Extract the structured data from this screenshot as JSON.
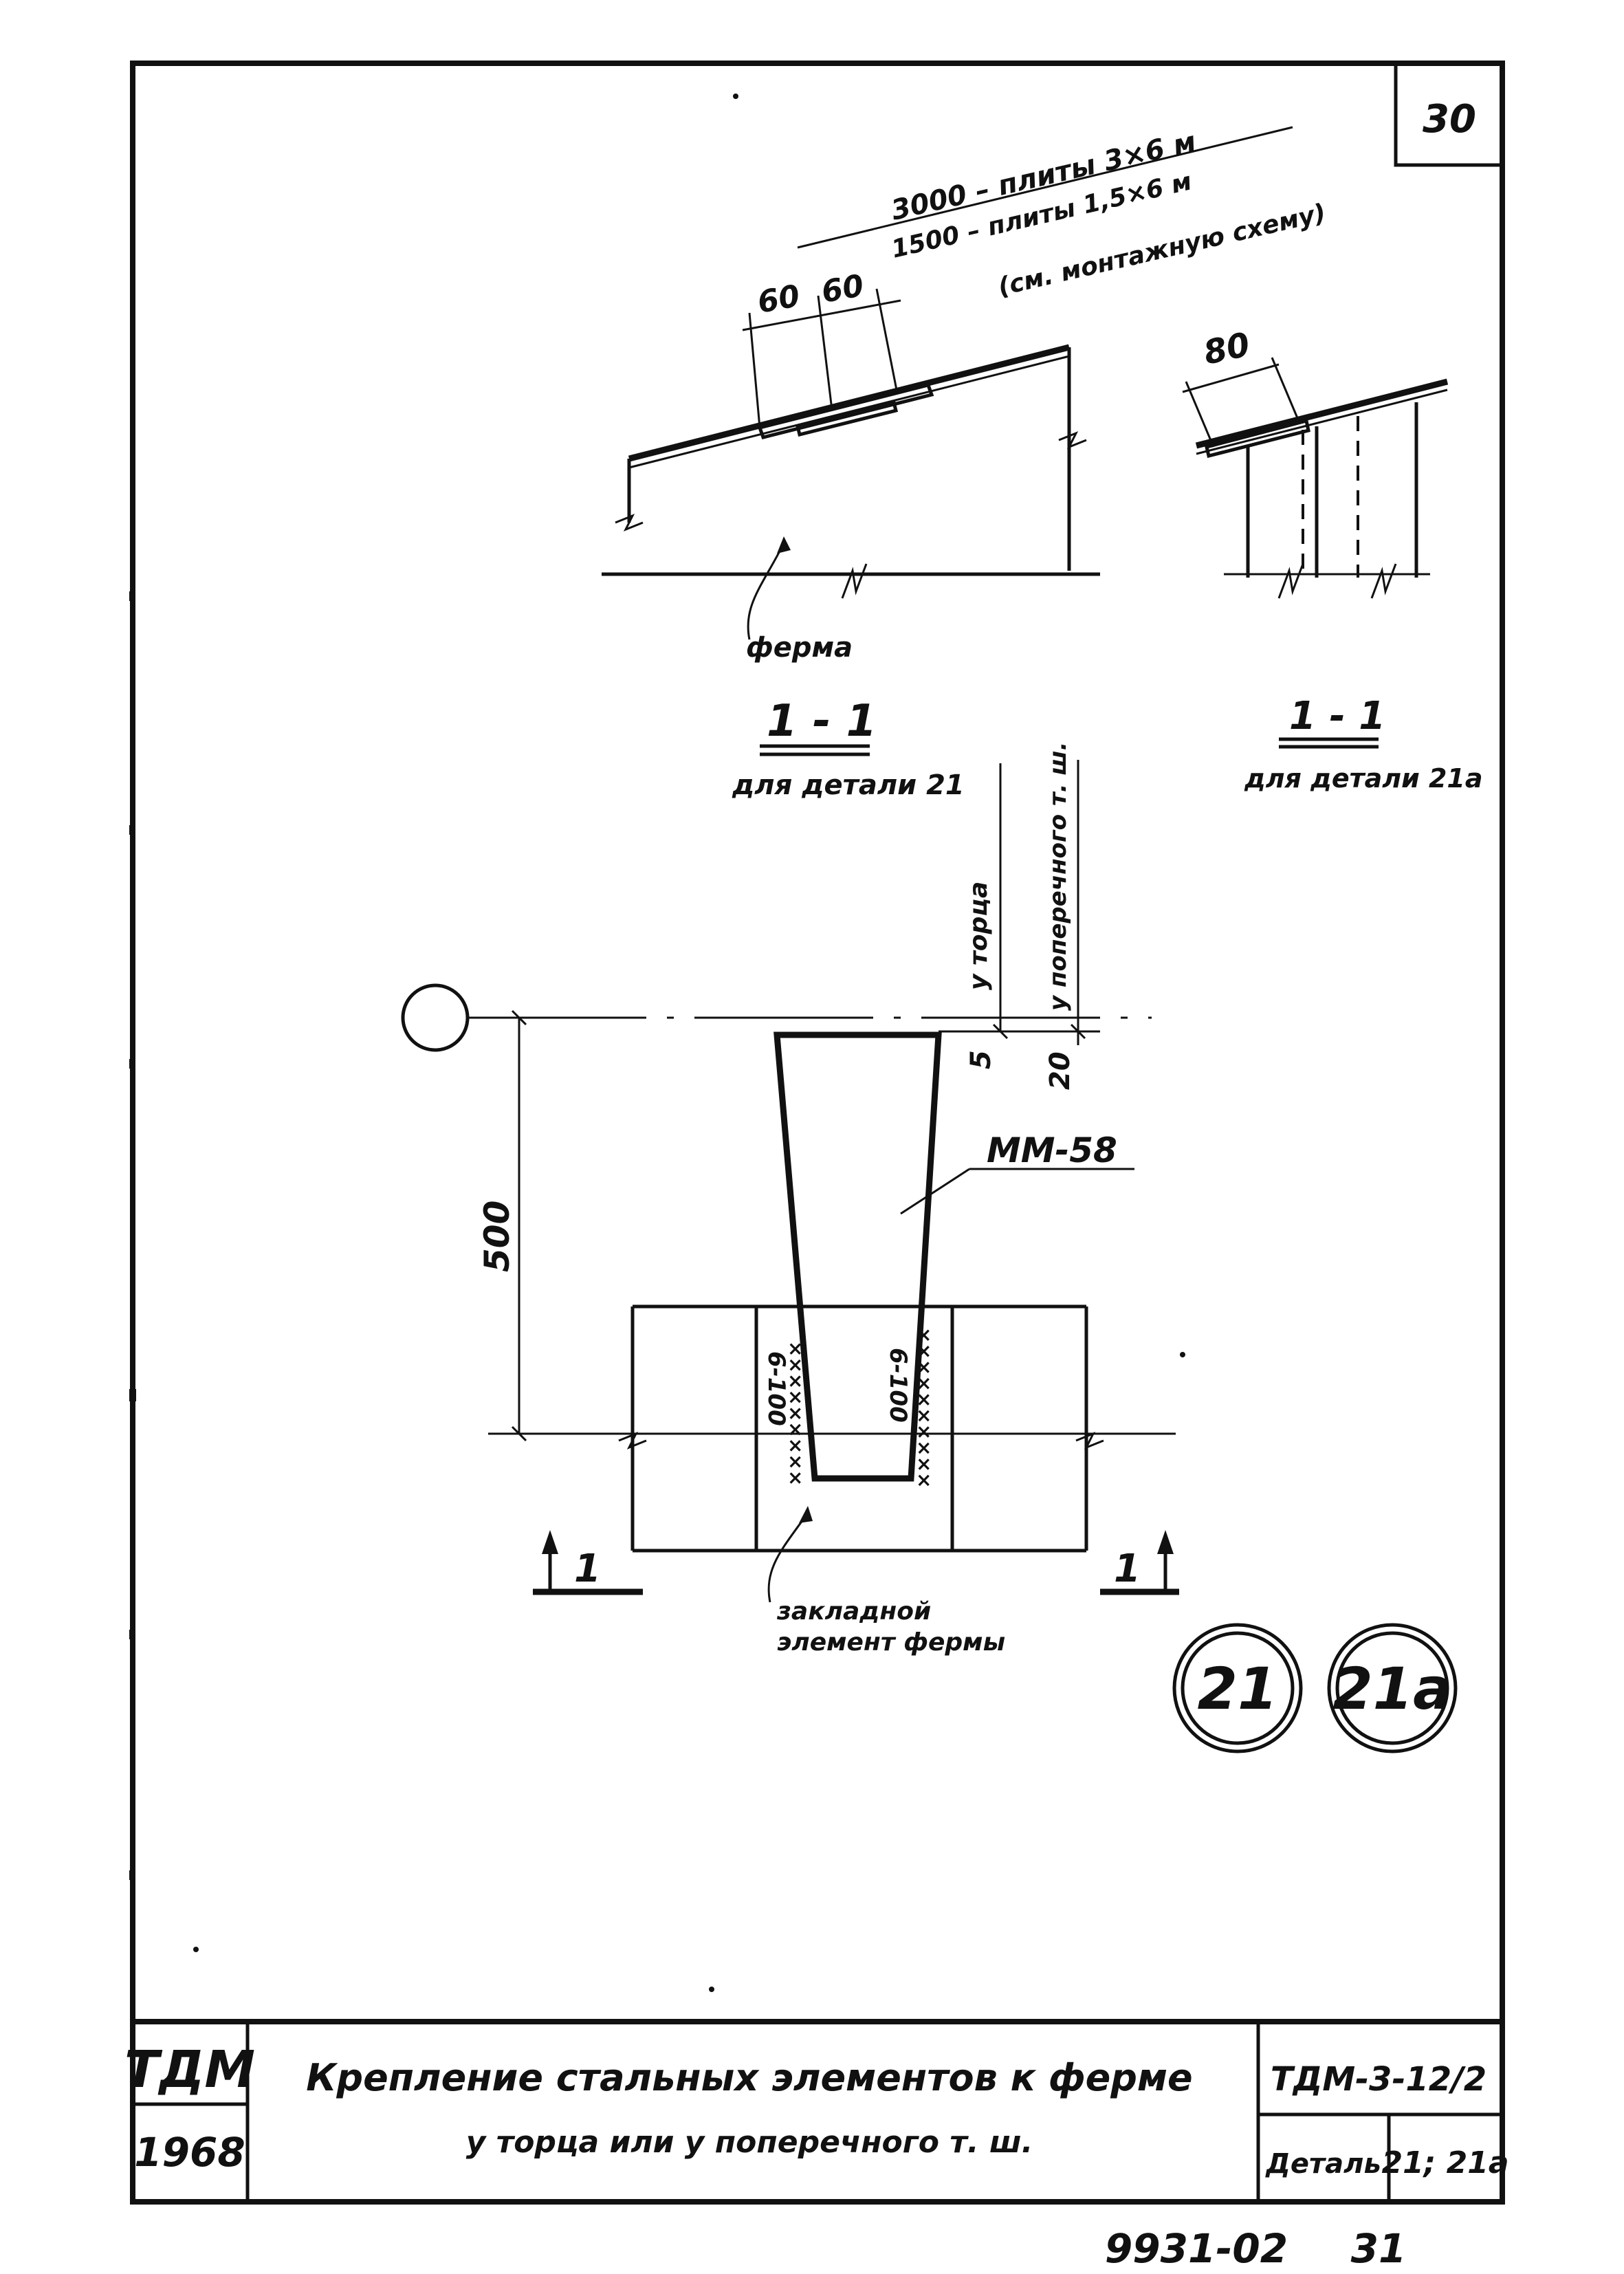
{
  "sheet_number": "30",
  "section_top": {
    "dim_line1": "3000 – плиты 3×6 м",
    "dim_line2": "1500 – плиты 1,5×6 м",
    "dim_line3": "(см. монтажную схему)",
    "dim_a": "60",
    "dim_b": "60",
    "truss_label": "ферма",
    "section_mark": "1 - 1",
    "section_caption": "для детали 21"
  },
  "section_right": {
    "dim": "80",
    "section_mark": "1 - 1",
    "section_caption": "для детали 21а"
  },
  "plan": {
    "offset_label_1": "у торца",
    "offset_label_2": "у поперечного т. ш.",
    "offset_value_1": "5",
    "offset_value_2": "20",
    "element_label": "ММ-58",
    "height_dim": "500",
    "weld_left": "6-100",
    "weld_right": "6-100",
    "embed_label_1": "закладной",
    "embed_label_2": "элемент фермы",
    "cut_left": "1",
    "cut_right": "1"
  },
  "detail_marks": [
    "21",
    "21а"
  ],
  "title_block": {
    "org": "ТДМ",
    "year": "1968",
    "title_line1": "Крепление стальных элементов к ферме",
    "title_line2": "у торца или у поперечного т. ш.",
    "doc_code": "ТДМ-3-12/2",
    "detail_label": "Деталь",
    "detail_value": "21; 21а"
  },
  "footer": {
    "archive_number": "9931-02",
    "page_number": "31"
  }
}
